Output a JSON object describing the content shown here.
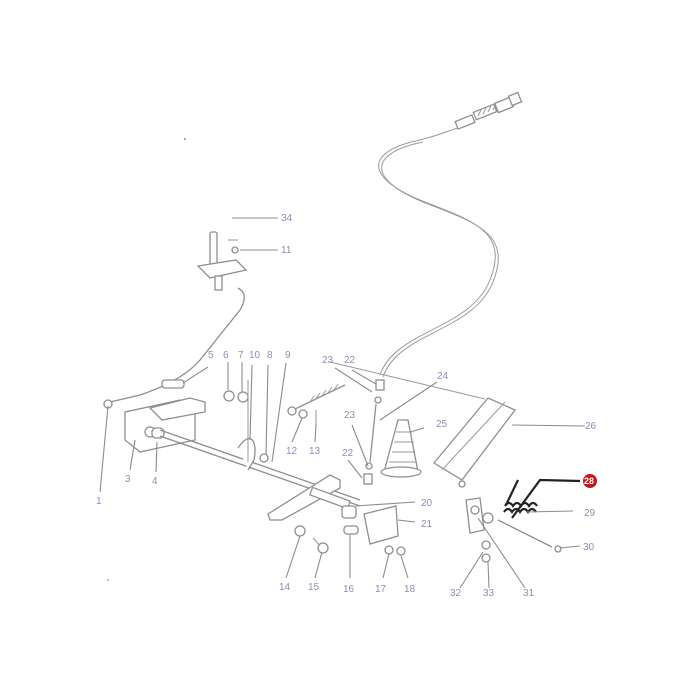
{
  "diagram": {
    "title": "Throttle / accelerator linkage exploded parts diagram",
    "highlighted_part": "28",
    "highlight_color": "#c8151b",
    "label_color": "#8a8fb8",
    "line_color": "#8c8c8c",
    "labels": [
      {
        "id": "1",
        "text": "1"
      },
      {
        "id": "3",
        "text": "3"
      },
      {
        "id": "4",
        "text": "4"
      },
      {
        "id": "5",
        "text": "5"
      },
      {
        "id": "6",
        "text": "6"
      },
      {
        "id": "7",
        "text": "7"
      },
      {
        "id": "10",
        "text": "10"
      },
      {
        "id": "8",
        "text": "8"
      },
      {
        "id": "9",
        "text": "9"
      },
      {
        "id": "11",
        "text": "11"
      },
      {
        "id": "12",
        "text": "12"
      },
      {
        "id": "13",
        "text": "13"
      },
      {
        "id": "14",
        "text": "14"
      },
      {
        "id": "15",
        "text": "15"
      },
      {
        "id": "16",
        "text": "16"
      },
      {
        "id": "17",
        "text": "17"
      },
      {
        "id": "18",
        "text": "18"
      },
      {
        "id": "20",
        "text": "20"
      },
      {
        "id": "21",
        "text": "21"
      },
      {
        "id": "22a",
        "text": "22"
      },
      {
        "id": "22b",
        "text": "22"
      },
      {
        "id": "23a",
        "text": "23"
      },
      {
        "id": "23b",
        "text": "23"
      },
      {
        "id": "24",
        "text": "24"
      },
      {
        "id": "25",
        "text": "25"
      },
      {
        "id": "26",
        "text": "26"
      },
      {
        "id": "28",
        "text": "28"
      },
      {
        "id": "29",
        "text": "29"
      },
      {
        "id": "30",
        "text": "30"
      },
      {
        "id": "31",
        "text": "31"
      },
      {
        "id": "32",
        "text": "32"
      },
      {
        "id": "33",
        "text": "33"
      },
      {
        "id": "34",
        "text": "34"
      }
    ]
  }
}
